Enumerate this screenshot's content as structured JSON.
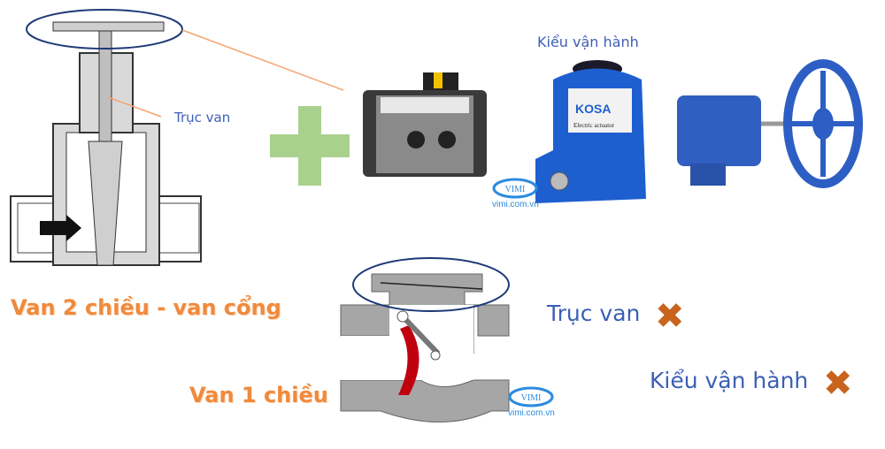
{
  "labels": {
    "stem_label_top": "Trục van",
    "operation_label_top": "Kiểu vận hành",
    "gate_valve_title": "Van 2 chiều - van cổng",
    "check_valve_title": "Van 1 chiều",
    "stem_label_bottom": "Trục van",
    "operation_label_bottom": "Kiểu vận hành"
  },
  "watermark": {
    "logo": "VIMI",
    "url": "vimi.com.vn"
  },
  "icons": {
    "plus": "plus-icon",
    "cross": "x-mark-icon"
  },
  "colors": {
    "plus": "#a9d18e",
    "cross": "#c8641e",
    "title_orange": "#f08a3c",
    "label_blue": "#3b5fb5",
    "callout_line": "#f4a46e"
  }
}
